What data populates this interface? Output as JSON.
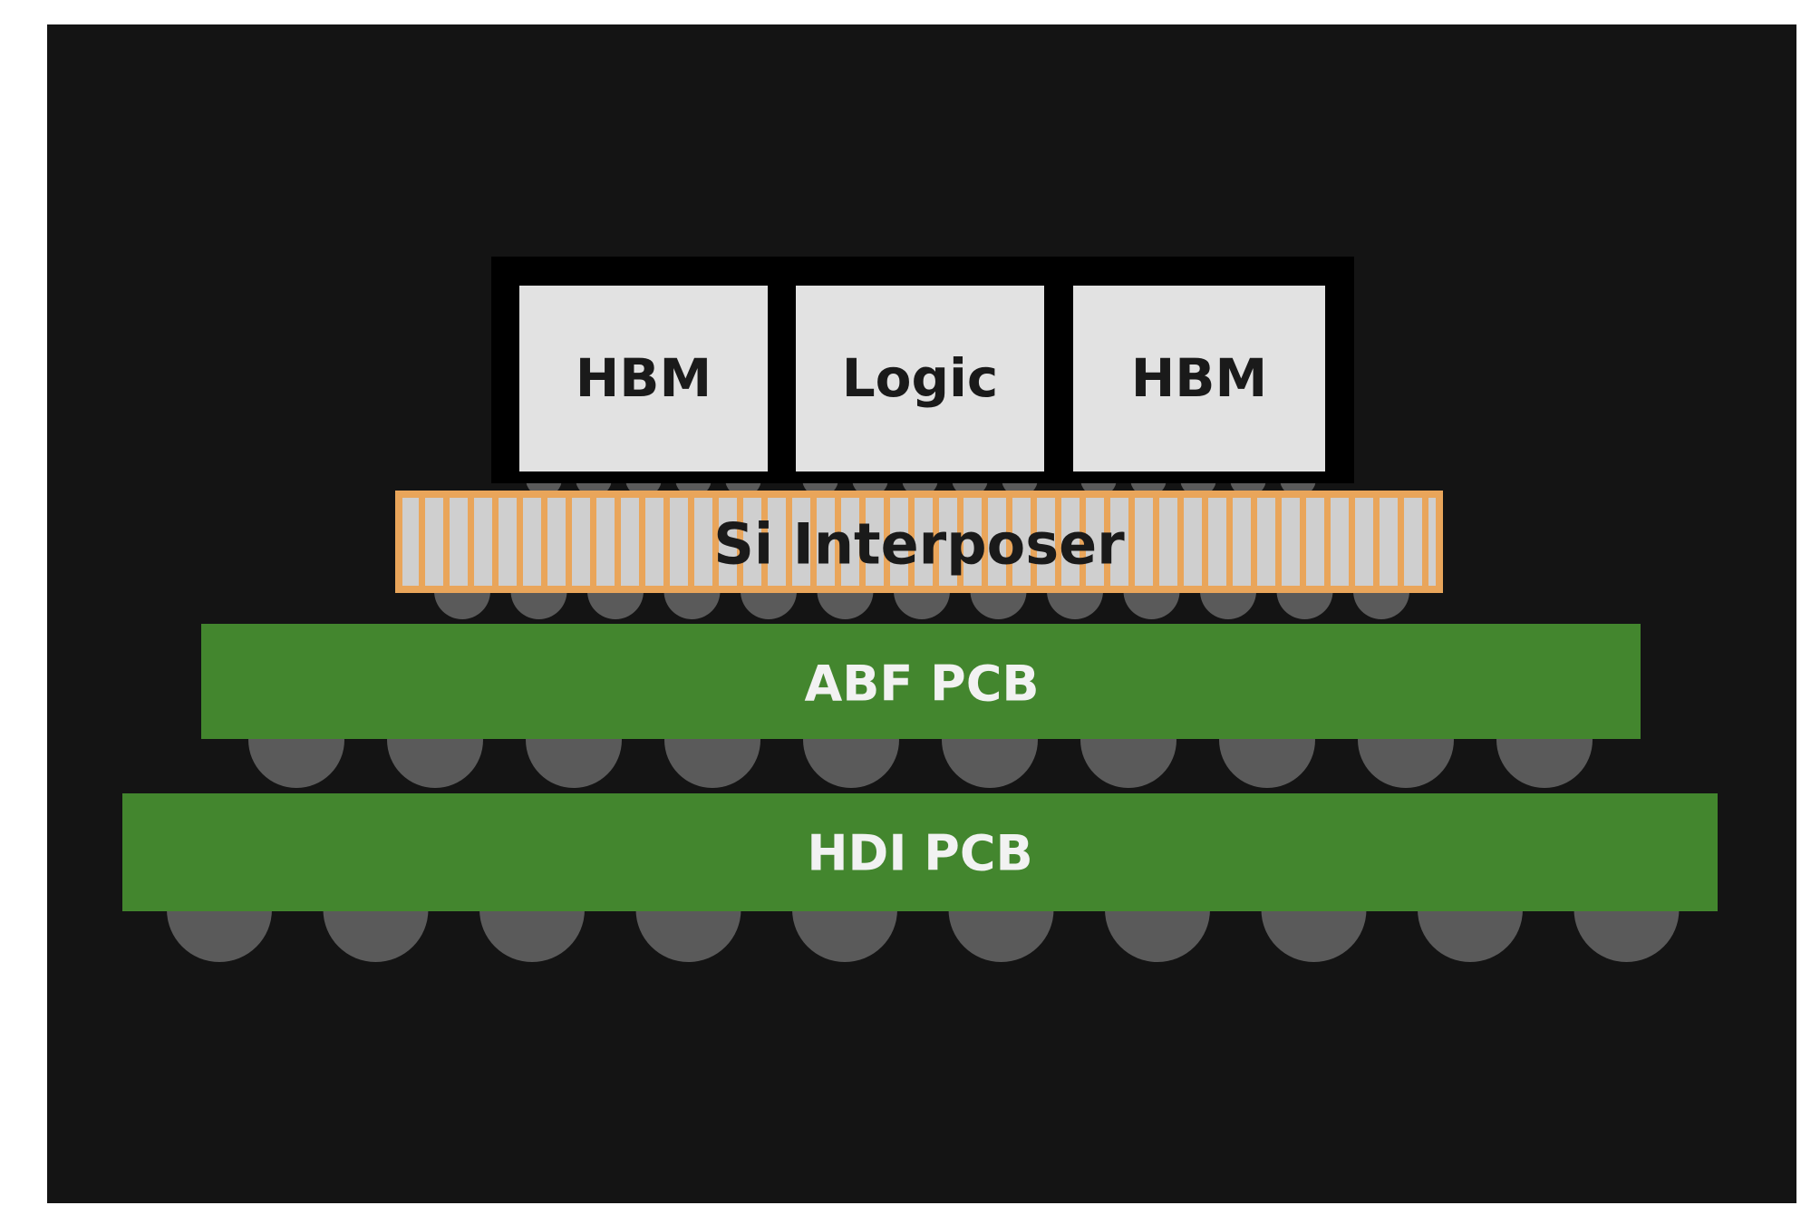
{
  "diagram": {
    "colors": {
      "background": "#141414",
      "die_fill": "#e2e2e2",
      "die_frame": "#000000",
      "interposer_fill": "#cfcfcf",
      "interposer_via": "#e9a55a",
      "pcb_green": "#43862e",
      "bump": "#5a5a5a",
      "dark_text": "#1a1a1a",
      "light_text": "#f2f2f2"
    },
    "dies": [
      {
        "label": "HBM"
      },
      {
        "label": "Logic"
      },
      {
        "label": "HBM"
      }
    ],
    "interposer": {
      "label": "Si Interposer"
    },
    "substrate": {
      "label": "ABF PCB"
    },
    "board": {
      "label": "HDI PCB"
    }
  }
}
